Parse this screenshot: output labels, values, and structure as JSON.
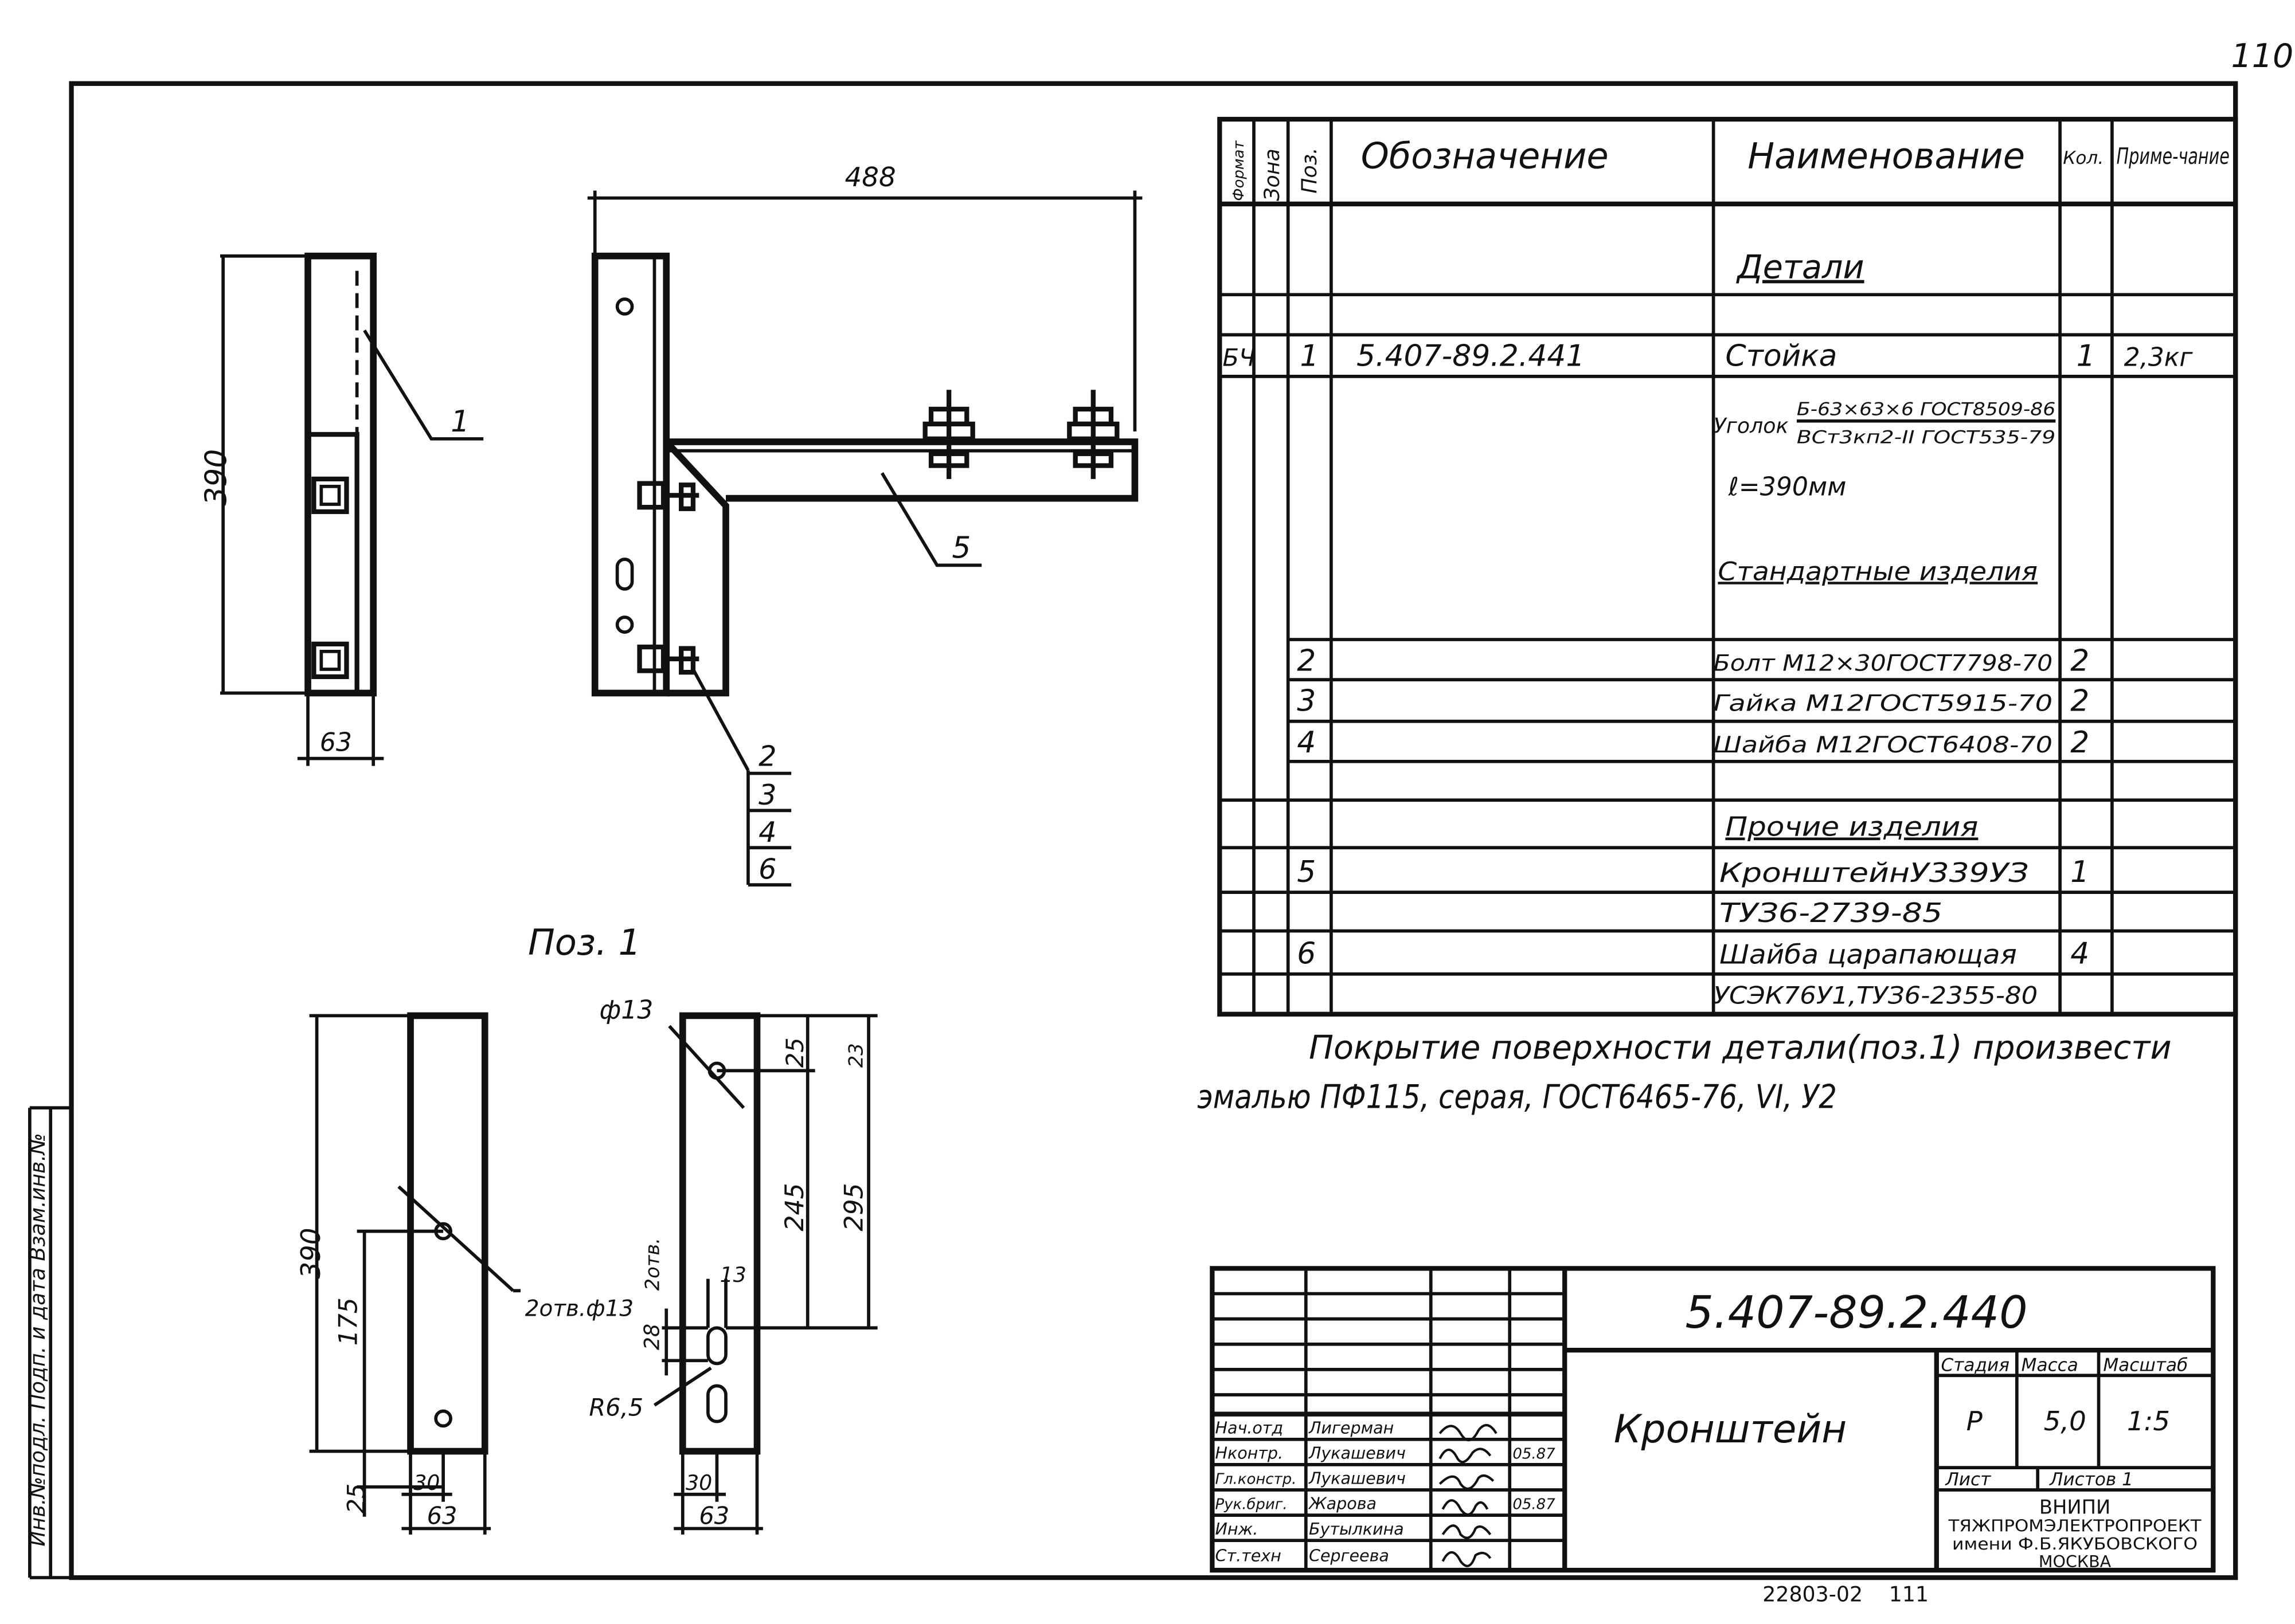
{
  "page_number": "110",
  "archive_number": "22803-02",
  "archive_sheet": "111",
  "margin_label": "Инв.№подл. Подп. и дата Взам.инв.№",
  "main_view": {
    "dim_width": "488",
    "dim_height": "390",
    "dim_side_width": "63",
    "callout_1": "1",
    "callout_5": "5",
    "callout_stack": [
      "2",
      "3",
      "4",
      "6"
    ]
  },
  "pos1_view": {
    "title": "Поз. 1",
    "dim_390": "390",
    "dim_175": "175",
    "dim_25": "25",
    "dim_30_a": "30",
    "dim_63_a": "63",
    "hole_note": "2отв.ф13",
    "dia_label": "ф13",
    "dim_25_top": "25",
    "dim_23": "23",
    "dim_245": "245",
    "dim_295": "295",
    "slot_label": "2отв.",
    "dim_28": "28",
    "dim_13": "13",
    "radius": "R6,5",
    "dim_30_b": "30",
    "dim_63_b": "63"
  },
  "spec_table": {
    "headers": {
      "format": "Формат",
      "zone": "Зона",
      "pos": "Поз.",
      "designation": "Обозначение",
      "name": "Наименование",
      "qty": "Кол.",
      "note": "Приме-чание"
    },
    "section_details": "Детали",
    "row_stoika": {
      "format": "БЧ",
      "pos": "1",
      "designation": "5.407-89.2.441",
      "name": "Стойка",
      "qty": "1",
      "note": "2,3кг"
    },
    "ugolok_prefix": "Уголок",
    "ugolok_top": "Б-63×63×6 ГОСТ8509-86",
    "ugolok_bottom": "ВСт3кп2-II ГОСТ535-79",
    "length": "ℓ=390мм",
    "section_standard": "Стандартные изделия",
    "rows_standard": [
      {
        "pos": "2",
        "name": "Болт М12×30ГОСТ7798-70",
        "qty": "2"
      },
      {
        "pos": "3",
        "name": "Гайка М12ГОСТ5915-70",
        "qty": "2"
      },
      {
        "pos": "4",
        "name": "Шайба М12ГОСТ6408-70",
        "qty": "2"
      }
    ],
    "section_other": "Прочие изделия",
    "rows_other": [
      {
        "pos": "5",
        "name": "КронштейнУ339УЗ",
        "qty": "1"
      },
      {
        "pos": "",
        "name": "ТУЗ6-2739-85",
        "qty": ""
      },
      {
        "pos": "6",
        "name": "Шайба царапающая",
        "qty": "4"
      },
      {
        "pos": "",
        "name": "УСЭК76У1,ТУЗ6-2355-80",
        "qty": ""
      }
    ]
  },
  "coating_note_line1": "Покрытие поверхности детали(поз.1) произвести",
  "coating_note_line2": "эмалью ПФ115, серая, ГОСТ6465-76, VI, У2",
  "title_block": {
    "doc_number": "5.407-89.2.440",
    "title": "Кронштейн",
    "stage_label": "Стадия",
    "mass_label": "Масса",
    "scale_label": "Масштаб",
    "stage": "Р",
    "mass": "5,0",
    "scale": "1:5",
    "sheet_label": "Лист",
    "sheets_label": "Листов 1",
    "org_line1": "ВНИПИ",
    "org_line2": "ТЯЖПРОМЭЛЕКТРОПРОЕКТ",
    "org_line3": "имени Ф.Б.ЯКУБОВСКОГО",
    "org_line4": "МОСКВА",
    "signatures": [
      {
        "role": "Нач.отд",
        "name": "Лигерман",
        "date": ""
      },
      {
        "role": "Нконтр.",
        "name": "Лукашевич",
        "date": "05.87"
      },
      {
        "role": "Гл.констр.",
        "name": "Лукашевич",
        "date": ""
      },
      {
        "role": "Рук.бриг.",
        "name": "Жарова",
        "date": "05.87"
      },
      {
        "role": "Инж.",
        "name": "Бутылкина",
        "date": ""
      },
      {
        "role": "Ст.техн",
        "name": "Сергеева",
        "date": ""
      }
    ]
  }
}
